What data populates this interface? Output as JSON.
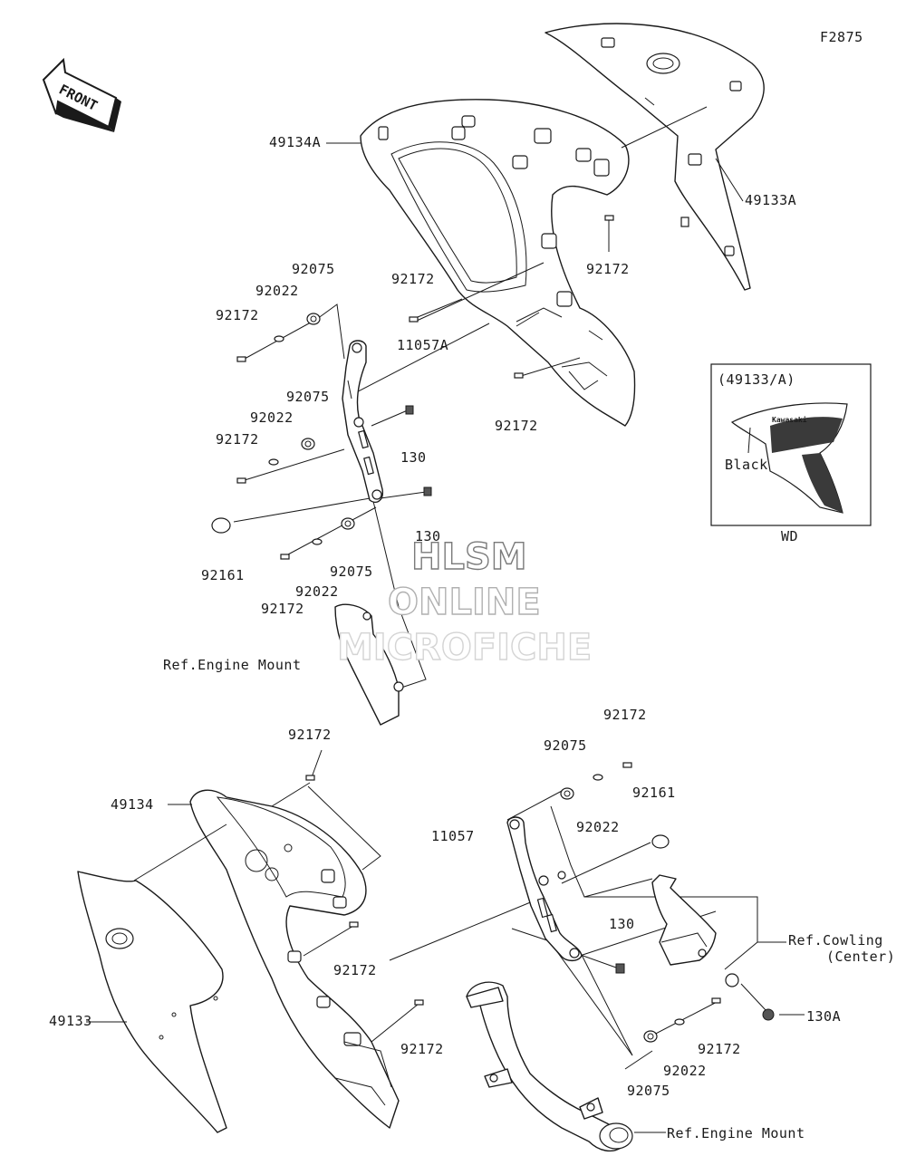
{
  "figure_code": "F2875",
  "front_arrow_label": "FRONT",
  "inset": {
    "title": "(49133/A)",
    "callout": "Black",
    "caption": "WD"
  },
  "watermark": {
    "line1": "HLSM",
    "line2": "ONLINE",
    "line3": "MICROFICHE"
  },
  "labels": {
    "p49134A": "49134A",
    "p49133A": "49133A",
    "p92075_a": "92075",
    "p92022_a": "92022",
    "p92172_a": "92172",
    "p11057A": "11057A",
    "p92172_b": "92172",
    "p92172_c": "92172",
    "p92172_d": "92172",
    "p92075_b": "92075",
    "p92022_b": "92022",
    "p92172_e": "92172",
    "p130_a": "130",
    "p130_b": "130",
    "p92161_a": "92161",
    "p92075_c": "92075",
    "p92022_c": "92022",
    "p92172_f": "92172",
    "ref_engine_a": "Ref.Engine Mount",
    "p92172_g": "92172",
    "p49134": "49134",
    "p49133": "49133",
    "p92172_h": "92172",
    "p92172_i": "92172",
    "p92172_j": "92172",
    "p92075_d": "92075",
    "p92022_d": "92022",
    "p11057": "11057",
    "p92161_b": "92161",
    "p130_c": "130",
    "ref_cowling_1": "Ref.Cowling",
    "ref_cowling_2": "(Center)",
    "p130A": "130A",
    "p92172_k": "92172",
    "p92022_e": "92022",
    "p92075_e": "92075",
    "ref_engine_b": "Ref.Engine Mount"
  }
}
